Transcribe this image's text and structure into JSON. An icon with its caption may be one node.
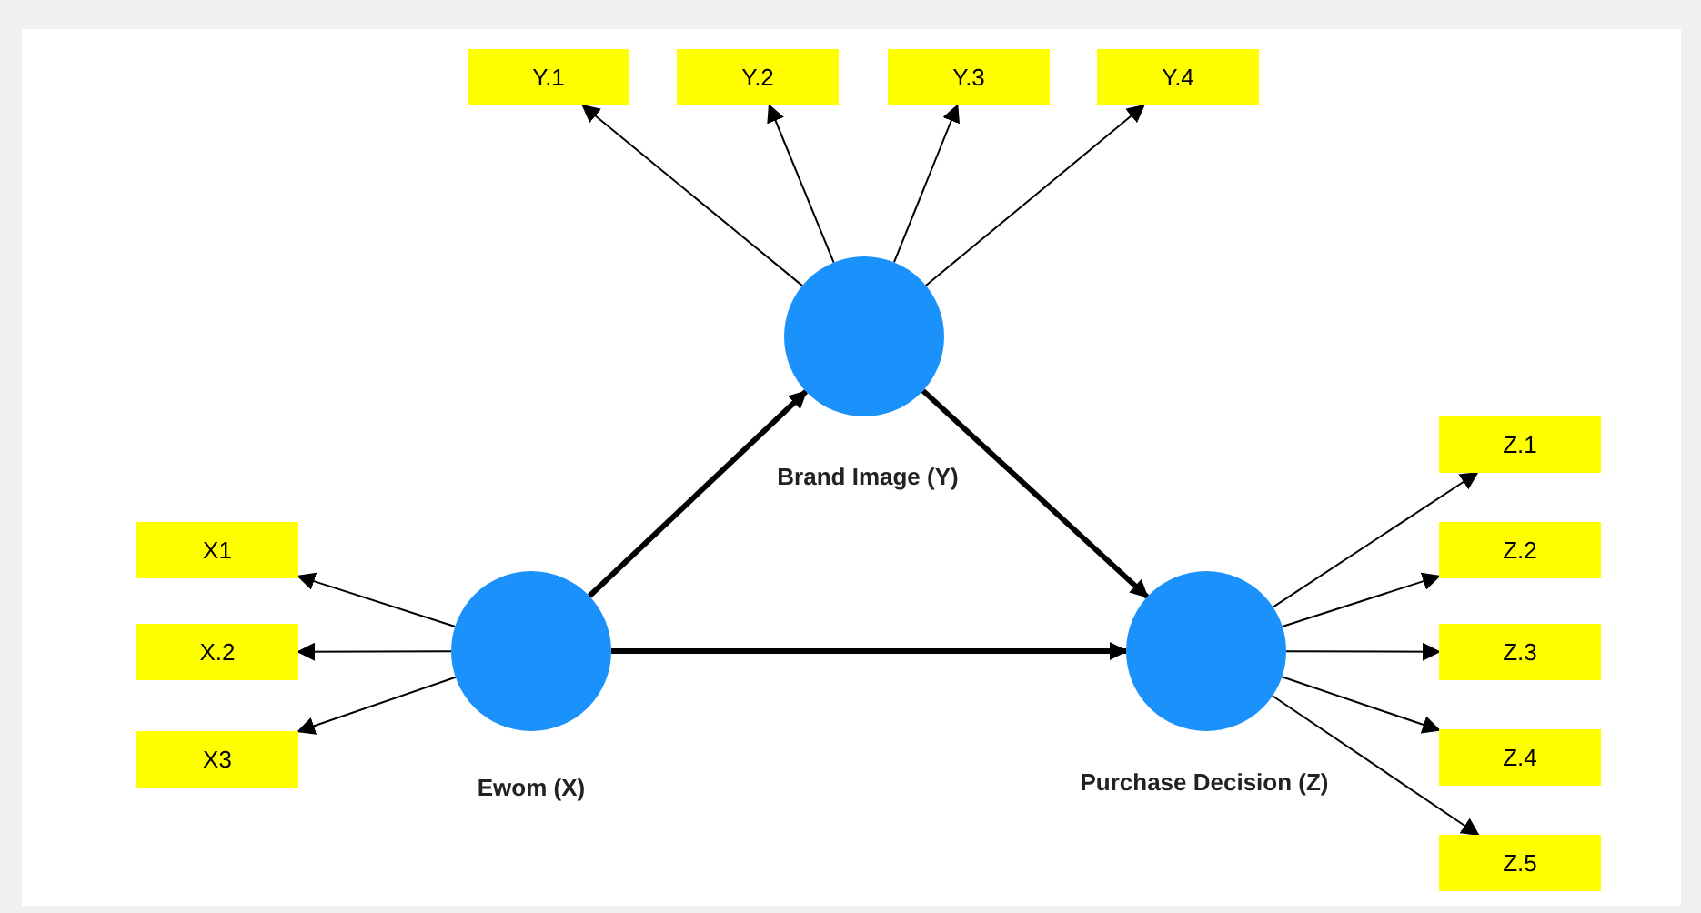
{
  "diagram": {
    "nodes": [
      {
        "text": [
          "Y.1"
        ]
      },
      {
        "text": [
          "Y.2"
        ]
      },
      {
        "text": [
          "Y.3"
        ]
      },
      {
        "text": [
          "Y.4"
        ]
      },
      {
        "text": [],
        "shape": "circle",
        "beside": [
          "Brand Image (Y)"
        ]
      },
      {
        "text": [
          "X1"
        ]
      },
      {
        "text": [
          "X.2"
        ]
      },
      {
        "text": [
          "X3"
        ]
      },
      {
        "text": [],
        "shape": "circle",
        "beside": [
          "Ewom (X)"
        ]
      },
      {
        "text": [],
        "shape": "circle",
        "beside": [
          "Purchase Decision (Z)"
        ]
      },
      {
        "text": [
          "Z.1"
        ]
      },
      {
        "text": [
          "Z.2"
        ]
      },
      {
        "text": [
          "Z.3"
        ]
      },
      {
        "text": [
          "Z.4"
        ]
      },
      {
        "text": [
          "Z.5"
        ]
      }
    ],
    "edges": [
      {
        "from": 4,
        "to": 0,
        "arrow": "to"
      },
      {
        "from": 4,
        "to": 1,
        "arrow": "to"
      },
      {
        "from": 4,
        "to": 2,
        "arrow": "to"
      },
      {
        "from": 4,
        "to": 3,
        "arrow": "to"
      },
      {
        "from": 8,
        "to": 5,
        "arrow": "to"
      },
      {
        "from": 8,
        "to": 6,
        "arrow": "to"
      },
      {
        "from": 8,
        "to": 7,
        "arrow": "to"
      },
      {
        "from": 9,
        "to": 10,
        "arrow": "to"
      },
      {
        "from": 9,
        "to": 11,
        "arrow": "to"
      },
      {
        "from": 9,
        "to": 12,
        "arrow": "to"
      },
      {
        "from": 9,
        "to": 13,
        "arrow": "to"
      },
      {
        "from": 9,
        "to": 14,
        "arrow": "to"
      },
      {
        "from": 8,
        "to": 4,
        "arrow": "to",
        "style": "thick"
      },
      {
        "from": 4,
        "to": 9,
        "arrow": "to",
        "style": "thick"
      },
      {
        "from": 8,
        "to": 9,
        "arrow": "to",
        "style": "thick"
      }
    ]
  }
}
